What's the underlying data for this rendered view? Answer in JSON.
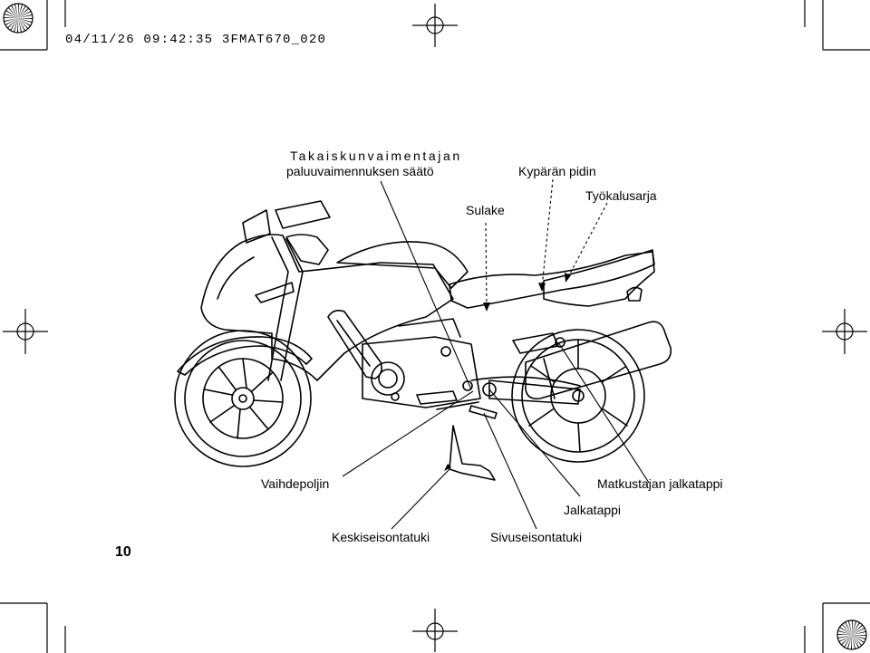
{
  "header": {
    "date": "04/11/26",
    "time": "09:42:35",
    "code": "3FMAT670_020"
  },
  "labels": {
    "rear_damping_line1": "Takaiskunvaimentajan",
    "rear_damping_line2": "paluuvaimennuksen säätö",
    "fuse": "Sulake",
    "helmet_holder": "Kypärän pidin",
    "tool_kit": "Työkalusarja",
    "shift_lever": "Vaihdepoljin",
    "passenger_footpeg": "Matkustajan jalkatappi",
    "footpeg": "Jalkatappi",
    "center_stand": "Keskiseisontatuki",
    "side_stand": "Sivuseisontatuki"
  },
  "page_number": "10"
}
